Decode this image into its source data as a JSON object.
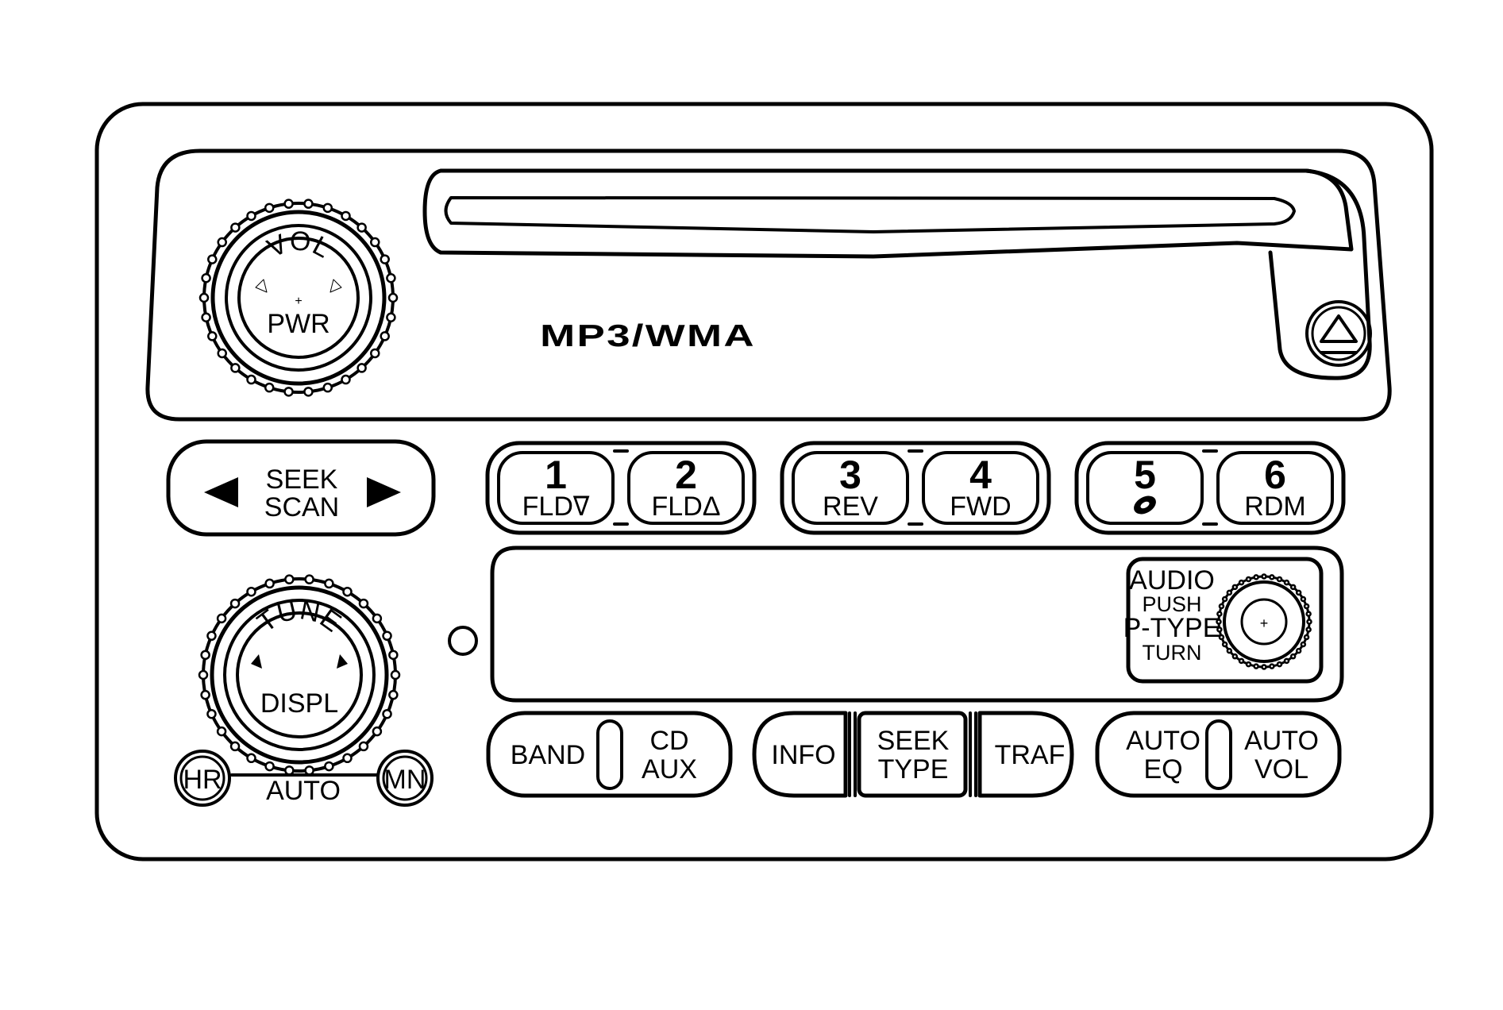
{
  "brand": {
    "format_logo": "MP3/WMA"
  },
  "knobs": {
    "volume": {
      "top": "VOL",
      "plus": "+",
      "bottom": "PWR"
    },
    "tune": {
      "top": "TUNE",
      "bottom": "DISPL"
    },
    "audio": {
      "plus": "+"
    }
  },
  "clock": {
    "hour": "HR",
    "minute": "MN",
    "auto": "AUTO"
  },
  "seek_scan": {
    "line1": "SEEK",
    "line2": "SCAN"
  },
  "presets": [
    {
      "number": "1",
      "label": "FLD∇"
    },
    {
      "number": "2",
      "label": "FLDΔ"
    },
    {
      "number": "3",
      "label": "REV"
    },
    {
      "number": "4",
      "label": "FWD"
    },
    {
      "number": "5",
      "label": ""
    },
    {
      "number": "6",
      "label": "RDM"
    }
  ],
  "audio_control": {
    "line1": "AUDIO",
    "line2": "PUSH",
    "line3": "P-TYPE",
    "line4": "TURN"
  },
  "bottom_buttons": {
    "band": "BAND",
    "cd": "CD",
    "aux": "AUX",
    "info": "INFO",
    "seek_type_1": "SEEK",
    "seek_type_2": "TYPE",
    "traf": "TRAF",
    "auto_eq_1": "AUTO",
    "auto_eq_2": "EQ",
    "auto_vol_1": "AUTO",
    "auto_vol_2": "VOL"
  }
}
